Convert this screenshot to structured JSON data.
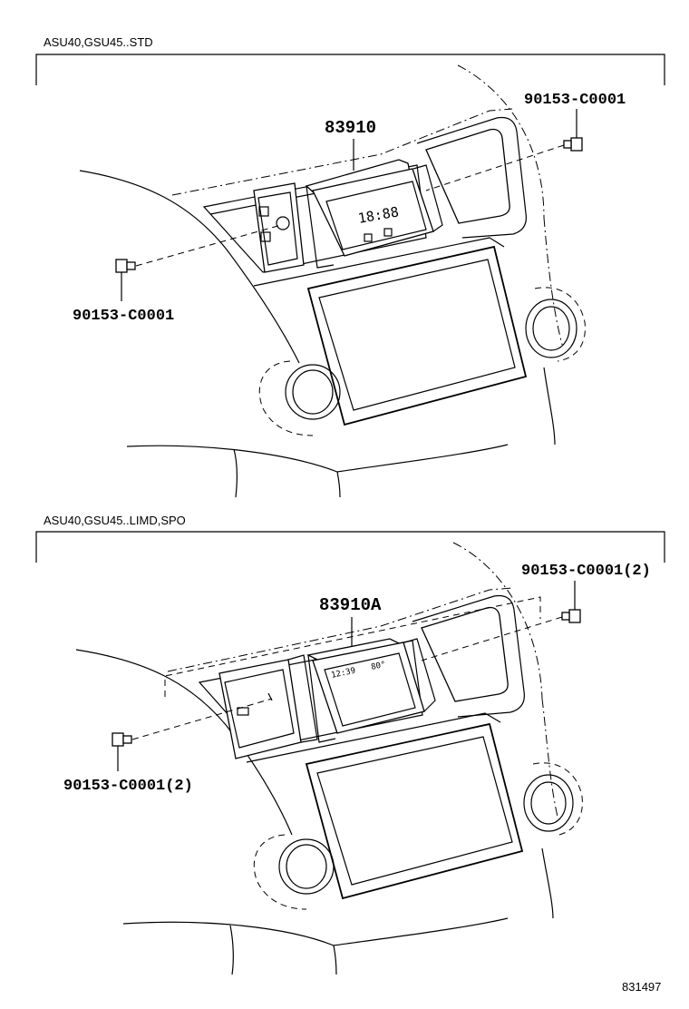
{
  "top_section": {
    "header": "ASU40,GSU45..STD",
    "part_main": "83910",
    "screw_right": "90153-C0001",
    "screw_left": "90153-C0001",
    "lcd_time": "18:88"
  },
  "bottom_section": {
    "header": "ASU40,GSU45..LIMD,SPO",
    "part_main": "83910A",
    "screw_right": "90153-C0001(2)",
    "screw_left": "90153-C0001(2)",
    "lcd_time": "12:39",
    "lcd_extra": "80°"
  },
  "illustration_id": "831497"
}
